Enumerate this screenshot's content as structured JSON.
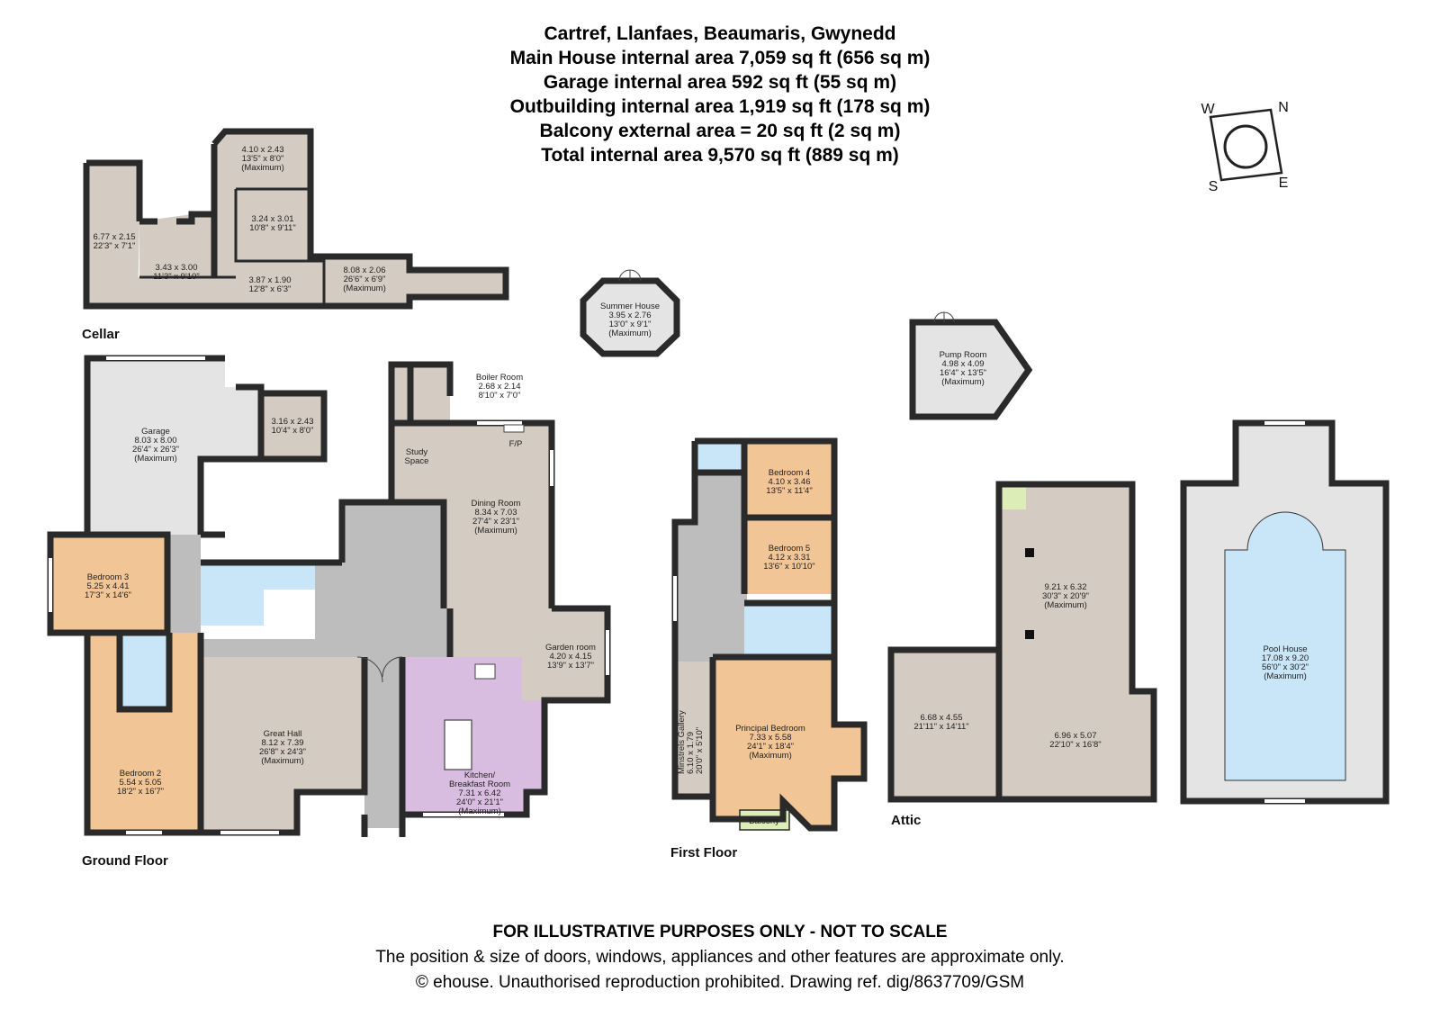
{
  "header": {
    "line1": "Cartref, Llanfaes, Beaumaris, Gwynedd",
    "line2": "Main House internal area 7,059 sq ft (656 sq m)",
    "line3": "Garage internal area 592 sq ft (55 sq m)",
    "line4": "Outbuilding internal area 1,919 sq ft (178 sq m)",
    "line5": "Balcony external area = 20 sq ft (2 sq m)",
    "line6": "Total internal area 9,570 sq ft (889 sq m)"
  },
  "compass": {
    "w": "W",
    "n": "N",
    "s": "S",
    "e": "E"
  },
  "floors": {
    "cellar": "Cellar",
    "ground": "Ground Floor",
    "first": "First Floor",
    "attic": "Attic"
  },
  "rooms": {
    "cellar_a": [
      "6.77 x 2.15",
      "22'3\" x 7'1\""
    ],
    "cellar_b": [
      "3.43 x 3.00",
      "11'3\" x 9'10\""
    ],
    "cellar_c": [
      "4.10 x 2.43",
      "13'5\" x 8'0\"",
      "(Maximum)"
    ],
    "cellar_d": [
      "3.24 x 3.01",
      "10'8\" x 9'11\""
    ],
    "cellar_e": [
      "3.87 x 1.90",
      "12'8\" x 6'3\""
    ],
    "cellar_f": [
      "8.08 x 2.06",
      "26'6\" x 6'9\"",
      "(Maximum)"
    ],
    "summer_house": [
      "Summer House",
      "3.95 x 2.76",
      "13'0\" x 9'1\"",
      "(Maximum)"
    ],
    "pump_room": [
      "Pump Room",
      "4.98 x 4.09",
      "16'4\" x 13'5\"",
      "(Maximum)"
    ],
    "garage": [
      "Garage",
      "8.03 x 8.00",
      "26'4\" x 26'3\"",
      "(Maximum)"
    ],
    "store": [
      "3.16 x 2.43",
      "10'4\" x 8'0\""
    ],
    "boiler_room": [
      "Boiler Room",
      "2.68 x 2.14",
      "8'10\" x 7'0\""
    ],
    "study_space": [
      "Study",
      "Space"
    ],
    "fp": "F/P",
    "dining_room": [
      "Dining Room",
      "8.34 x 7.03",
      "27'4\" x 23'1\"",
      "(Maximum)"
    ],
    "bedroom3": [
      "Bedroom 3",
      "5.25 x 4.41",
      "17'3\" x 14'6\""
    ],
    "garden_room": [
      "Garden room",
      "4.20 x 4.15",
      "13'9\" x 13'7\""
    ],
    "great_hall": [
      "Great Hall",
      "8.12 x 7.39",
      "26'8\" x 24'3\"",
      "(Maximum)"
    ],
    "kitchen": [
      "Kitchen/",
      "Breakfast Room",
      "7.31 x 6.42",
      "24'0\" x 21'1\"",
      "(Maximum)"
    ],
    "bedroom2": [
      "Bedroom 2",
      "5.54 x 5.05",
      "18'2\" x 16'7\""
    ],
    "bedroom4": [
      "Bedroom 4",
      "4.10 x 3.46",
      "13'5\" x 11'4\""
    ],
    "bedroom5": [
      "Bedroom 5",
      "4.12 x 3.31",
      "13'6\" x 10'10\""
    ],
    "minstrels": [
      "Minstrels Gallery",
      "6.10 x 1.79",
      "20'0\" x 5'10\""
    ],
    "principal": [
      "Principal Bedroom",
      "7.33 x 5.58",
      "24'1\" x 18'4\"",
      "(Maximum)"
    ],
    "balcony": "Balcony",
    "attic_a": [
      "9.21 x 6.32",
      "30'3\" x 20'9\"",
      "(Maximum)"
    ],
    "attic_b": [
      "6.68 x 4.55",
      "21'11\" x 14'11\""
    ],
    "attic_c": [
      "6.96 x 5.07",
      "22'10\" x 16'8\""
    ],
    "pool_house": [
      "Pool House",
      "17.08 x 9.20",
      "56'0\" x 30'2\"",
      "(Maximum)"
    ]
  },
  "footer": {
    "line1": "FOR ILLUSTRATIVE PURPOSES ONLY - NOT TO SCALE",
    "line2": "The position & size of doors, windows, appliances and other features are approximate only.",
    "copyright_symbol": "©",
    "line3": "ehouse. Unauthorised reproduction prohibited. Drawing ref. dig/8637709/GSM"
  },
  "colors": {
    "beige": "#d4ccc2",
    "grey": "#bdbdbd",
    "lightgrey": "#e4e4e4",
    "orange": "#f2c596",
    "blue": "#c8e6f7",
    "purple": "#d9bde0",
    "green": "#dcedb8",
    "wall": "#2a2a2a"
  }
}
